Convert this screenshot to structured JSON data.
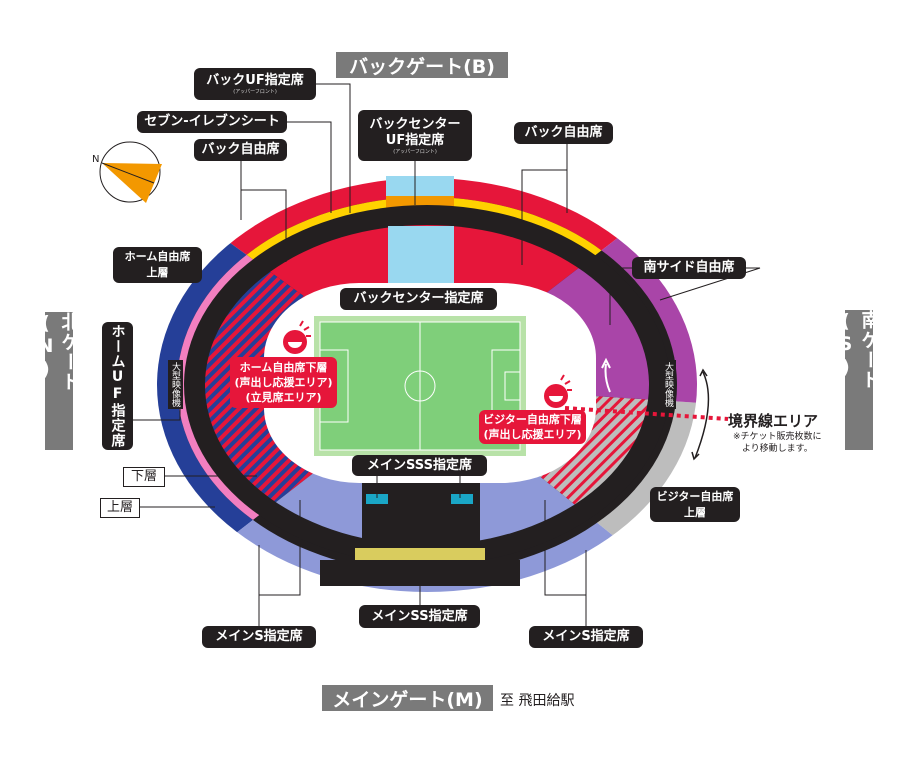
{
  "colors": {
    "back_red": "#e6163a",
    "back_center_blue": "#99d8f0",
    "yellow_strip": "#ffd200",
    "orange_strip": "#f39800",
    "home_blue": "#253f98",
    "pink_strip": "#f27fc0",
    "south_purple": "#a945a8",
    "visitor_grey": "#bdbdbd",
    "main_lavender": "#8e99d8",
    "concourse_black": "#231f20",
    "pitch_green": "#7fcf7a",
    "gate_grey": "#7a7a7a",
    "main_ss_yellow": "#d9cc5e",
    "sss_cyan": "#1aa6c6"
  },
  "gates": {
    "back": "バックゲート(B)",
    "north": "北ゲート(N)",
    "south": "南ゲート(S)",
    "main": "メインゲート(M)",
    "main_station": "至 飛田給駅"
  },
  "compass": {
    "north_label": "N"
  },
  "labels": {
    "back_uf": "バックUF指定席",
    "upper_front": "(アッパーフロント)",
    "seven_eleven": "セブン-イレブンシート",
    "back_free_left": "バック自由席",
    "back_center_uf_line1": "バックセンター",
    "back_center_uf_line2": "UF指定席",
    "back_free_right": "バック自由席",
    "home_free_upper_line1": "ホーム自由席",
    "home_free_upper_line2": "上層",
    "home_uf": "ホームUF指定席",
    "south_side_free": "南サイド自由席",
    "back_center_reserved": "バックセンター指定席",
    "home_free_lower_line1": "ホーム自由席下層",
    "home_free_lower_line2": "(声出し応援エリア)",
    "home_free_lower_line3": "(立見席エリア)",
    "visitor_free_lower_line1": "ビジター自由席下層",
    "visitor_free_lower_line2": "(声出し応援エリア)",
    "main_sss": "メインSSS指定席",
    "boundary_area": "境界線エリア",
    "boundary_note_line1": "※チケット販売枚数に",
    "boundary_note_line2": "より移動します。",
    "visitor_free_upper_line1": "ビジター自由席",
    "visitor_free_upper_line2": "上層",
    "lower_tier": "下層",
    "upper_tier": "上層",
    "main_s_left": "メインS指定席",
    "main_ss": "メインSS指定席",
    "main_s_right": "メインS指定席",
    "big_screen": "大型映像機"
  }
}
